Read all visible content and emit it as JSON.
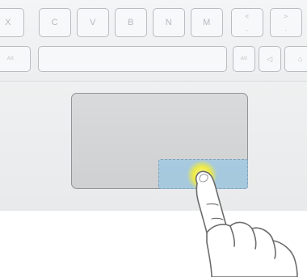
{
  "keyboard": {
    "row1": [
      {
        "id": "x",
        "label": "X"
      },
      {
        "id": "c",
        "label": "C"
      },
      {
        "id": "v",
        "label": "V"
      },
      {
        "id": "b",
        "label": "B"
      },
      {
        "id": "n",
        "label": "N"
      },
      {
        "id": "m",
        "label": "M"
      },
      {
        "id": "comma",
        "top": "<",
        "bottom": ","
      },
      {
        "id": "period",
        "top": ">",
        "bottom": "."
      }
    ],
    "row2": [
      {
        "id": "alt-left",
        "label": "Alt"
      },
      {
        "id": "space",
        "label": ""
      },
      {
        "id": "alt-right",
        "label": "Alt"
      },
      {
        "id": "left-arrow",
        "label": "◁"
      },
      {
        "id": "home",
        "label": "⌂"
      }
    ]
  },
  "trackpad": {
    "highlighted_zone": "bottom-right (right-click area)"
  },
  "colors": {
    "highlight": "#a0c8e1",
    "touch_point": "#f2ec3c"
  }
}
